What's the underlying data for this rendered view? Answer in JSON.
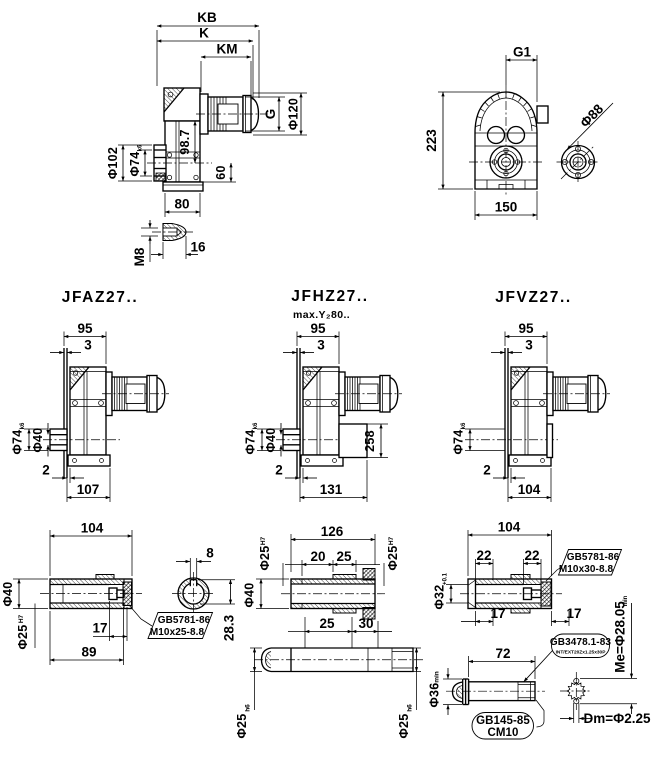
{
  "page": {
    "background": "#ffffff",
    "ink": "#000000",
    "kind": "gear-unit-dimension-drawing"
  },
  "top_side_view": {
    "dim_kb": "KB",
    "dim_k": "K",
    "dim_km": "KM",
    "dim_g": "G",
    "dim_d120": "Φ120",
    "dim_d102": "Φ102",
    "dim_d74": "Φ74",
    "dim_d74_tol": "k6",
    "dim_98_7": "98.7",
    "dim_60": "60",
    "dim_80": "80",
    "detail_m8": "M8",
    "detail_16": "16"
  },
  "top_front_view": {
    "dim_g1": "G1",
    "dim_223": "223",
    "dim_150": "150",
    "dim_d88": "Φ88"
  },
  "variants": {
    "jfaz": {
      "title": "JFAZ27..",
      "dim_95": "95",
      "dim_3": "3",
      "dim_d74": "Φ74",
      "dim_d74_tol": "k6",
      "dim_d40": "Φ40",
      "dim_2": "2",
      "dim_width": "107"
    },
    "jfhz": {
      "title": "JFHZ27..",
      "note": "max.Y₂80..",
      "dim_95": "95",
      "dim_3": "3",
      "dim_d74": "Φ74",
      "dim_d74_tol": "k6",
      "dim_d40": "Φ40",
      "dim_258": "258",
      "dim_2": "2",
      "dim_width": "131"
    },
    "jfvz": {
      "title": "JFVZ27..",
      "dim_95": "95",
      "dim_3": "3",
      "dim_d74": "Φ74",
      "dim_d74_tol": "k6",
      "dim_2": "2",
      "dim_width": "104"
    }
  },
  "shaft_details": {
    "hollow_closed": {
      "dim_104": "104",
      "dim_d40": "Φ40",
      "dim_d25": "Φ25",
      "dim_d25_tol": "H7",
      "dim_17": "17",
      "dim_89": "89",
      "bolt_callout_line1": "GB5781-86",
      "bolt_callout_line2": "M10x25-8.8",
      "key_dim_8": "8",
      "key_dim_28_3": "28.3"
    },
    "hollow_through": {
      "dim_126": "126",
      "dim_d25_left": "Φ25",
      "dim_d25_left_tol": "H7",
      "dim_20": "20",
      "dim_25_top": "25",
      "dim_d25_right": "Φ25",
      "dim_d25_right_tol": "H7",
      "dim_d40": "Φ40",
      "dim_25_bottom": "25",
      "dim_30": "30",
      "dim_d25h6_left": "Φ25",
      "dim_d25h6_left_tol": "h6",
      "dim_d25h6_right": "Φ25",
      "dim_d25h6_right_tol": "h6"
    },
    "hollow_bolted": {
      "dim_104": "104",
      "dim_22_left": "22",
      "dim_22_right": "22",
      "bolt_callout_line1": "GB5781-86",
      "bolt_callout_line2": "M10x30-8.8",
      "dim_d32": "Φ32",
      "dim_d32_tol": "+0.1",
      "dim_17_left": "17",
      "dim_17_right": "17"
    },
    "solid_spline": {
      "dim_72": "72",
      "dim_d36": "Φ36",
      "dim_d36_suffix": "min",
      "spline_callout_line1": "GB3478.1-83",
      "spline_callout_line2": "INT/EXT20Zx1.25x30P",
      "center_callout_line1": "GB145-85",
      "center_callout_line2": "CM10",
      "dim_me": "Me=Φ28.05",
      "dim_me_suffix": "min",
      "dim_dm": "Dm=Φ2.25"
    }
  }
}
